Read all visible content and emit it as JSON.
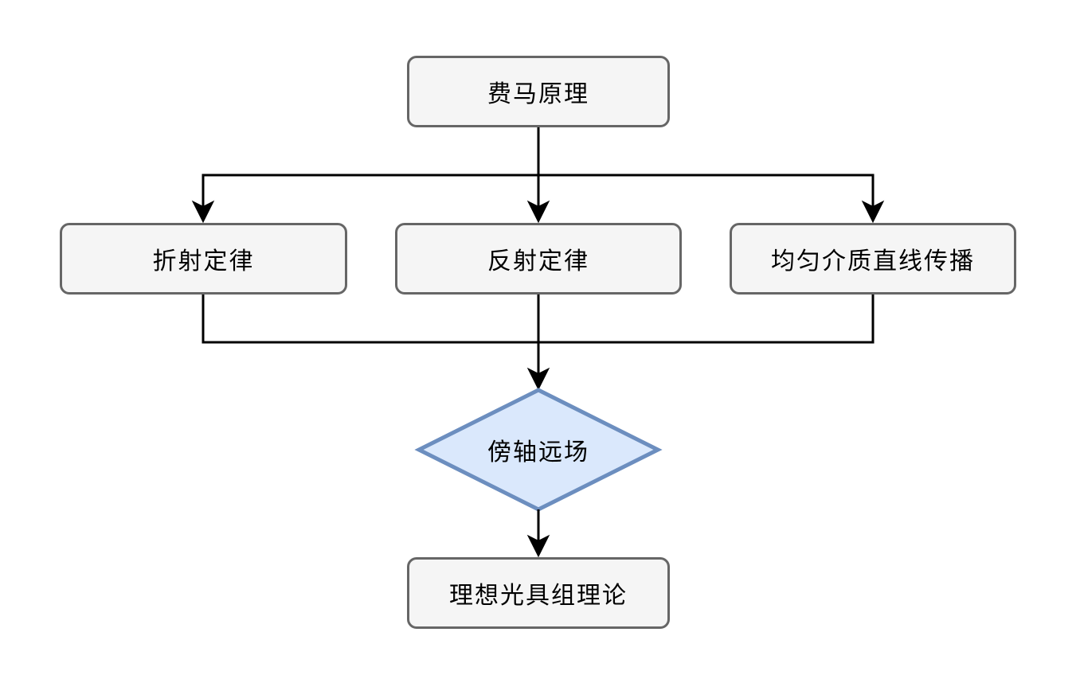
{
  "diagram": {
    "nodes": {
      "fermat": "费马原理",
      "refraction": "折射定律",
      "reflection": "反射定律",
      "straight_line": "均匀介质直线传播",
      "paraxial": "傍轴远场",
      "ideal_optics": "理想光具组理论"
    },
    "colors": {
      "box_fill": "#f5f5f5",
      "box_border": "#666666",
      "diamond_fill": "#dae8fc",
      "diamond_border": "#6c8ebf",
      "line": "#000000"
    }
  }
}
